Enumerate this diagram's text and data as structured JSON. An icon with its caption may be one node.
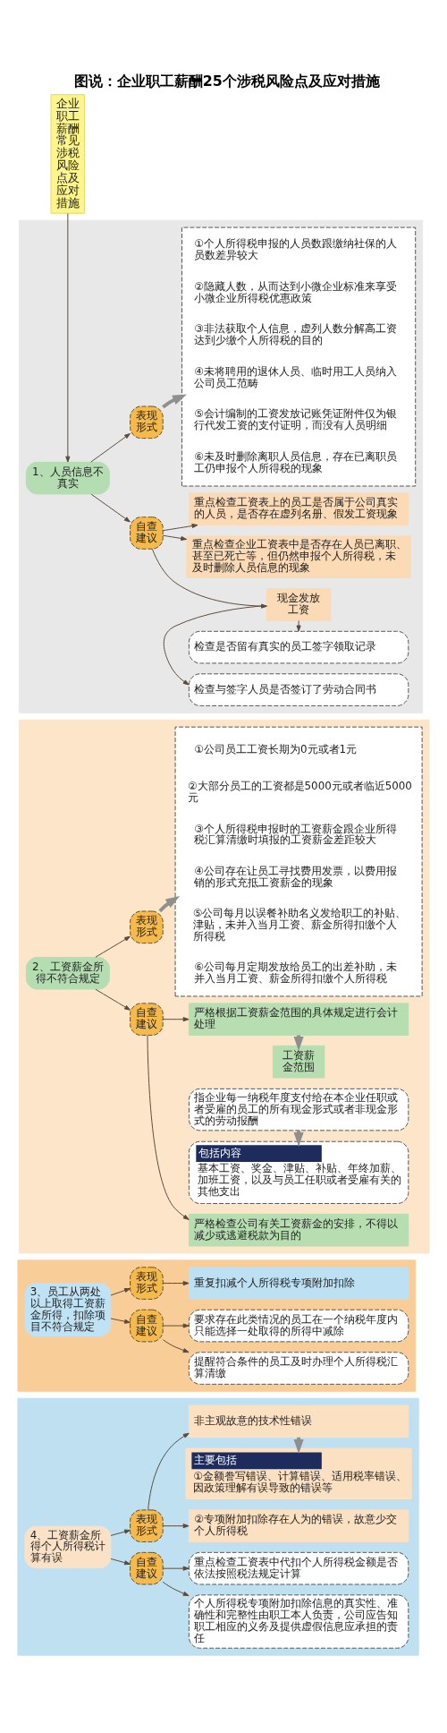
{
  "diagram": {
    "title": "图说：企业职工薪酬25个涉税风险点及应对措施",
    "nodes": [
      {
        "text": [
          "企业职工薪酬常见涉税风险点及应对措施"
        ]
      },
      {
        "text": [],
        "shape": "box"
      },
      {
        "text": [
          "1、人员信息不真实"
        ],
        "in": 1
      },
      {
        "text": [
          "表现形式"
        ],
        "in": 1
      },
      {
        "text": [],
        "shape": "box",
        "in": 1
      },
      {
        "text": [
          "①个人所得税申报的人员数跟缴纳社保的人员数差异较大"
        ],
        "in": 4
      },
      {
        "text": [
          "②隐藏人数，从而达到小微企业标准来享受小微企业所得税优惠政策"
        ],
        "in": 4
      },
      {
        "text": [
          "③非法获取个人信息，虚列人数分解高工资达到少缴个人所得税的目的"
        ],
        "in": 4
      },
      {
        "text": [
          "④未将聘用的退休人员、临时用工人员纳入公司员工范畴"
        ],
        "in": 4
      },
      {
        "text": [
          "⑤会计编制的工资发放记账凭证附件仅为银行代发工资的支付证明，而没有人员明细"
        ],
        "in": 4
      },
      {
        "text": [
          "⑥未及时删除离职人员信息，存在已离职员工仍申报个人所得税的现象"
        ],
        "in": 4
      },
      {
        "text": [
          "自查建议"
        ],
        "in": 1
      },
      {
        "text": [
          "重点检查工资表上的员工是否属于公司真实的人员，是否存在虚列名册、假发工资现象"
        ],
        "in": 1
      },
      {
        "text": [
          "重点检查企业工资表中是否存在人员已离职、甚至已死亡等，但仍然申报个人所得税，未及时删除人员信息的现象"
        ],
        "in": 1
      },
      {
        "text": [
          "现金发放工资"
        ],
        "in": 1
      },
      {
        "text": [
          "检查是否留有真实的员工签字领取记录"
        ],
        "in": 1
      },
      {
        "text": [
          "检查与签字人员是否签订了劳动合同书"
        ],
        "in": 1
      },
      {
        "text": [],
        "shape": "box"
      },
      {
        "text": [
          "2、工资薪金所得不符合规定"
        ],
        "in": 17
      },
      {
        "text": [
          "表现形式"
        ],
        "in": 17
      },
      {
        "text": [],
        "shape": "box",
        "in": 17
      },
      {
        "text": [
          "①公司员工工资长期为0元或者1元"
        ],
        "in": 20
      },
      {
        "text": [
          "②大部分员工的工资都是5000元或者临近5000元"
        ],
        "in": 20
      },
      {
        "text": [
          "③个人所得税申报时的工资薪金跟企业所得税汇算清缴时填报的工资薪金差距较大"
        ],
        "in": 20
      },
      {
        "text": [
          "④公司存在让员工寻找费用发票，以费用报销的形式充抵工资薪金的现象"
        ],
        "in": 20
      },
      {
        "text": [
          "⑤公司每月以误餐补助名义发给职工的补贴、津贴，未并入当月工资、薪金所得扣缴个人所得税"
        ],
        "in": 20
      },
      {
        "text": [
          "⑥公司每月定期发放给员工的出差补助，未并入当月工资、薪金所得扣缴个人所得税"
        ],
        "in": 20
      },
      {
        "text": [
          "自查建议"
        ],
        "in": 17
      },
      {
        "text": [
          "严格根据工资薪金范围的具体规定进行会计处理"
        ],
        "in": 17
      },
      {
        "text": [
          "工资薪金范围"
        ],
        "in": 17
      },
      {
        "text": [
          "指企业每一纳税年度支付给在本企业任职或者受雇的员工的所有现金形式或者非现金形式的劳动报酬"
        ],
        "in": 17
      },
      {
        "text": [
          "包括内容",
          "基本工资、奖金、津贴、补贴、年终加薪、加班工资，以及与员工任职或者受雇有关的其他支出"
        ],
        "in": 17
      },
      {
        "text": [
          "严格检查公司有关工资薪金的安排，不得以减少或逃避税款为目的"
        ],
        "in": 17
      },
      {
        "text": [],
        "shape": "box"
      },
      {
        "text": [
          "3、员工从两处以上取得工资薪金所得，扣除项目不符合规定"
        ],
        "in": 33
      },
      {
        "text": [
          "表现形式"
        ],
        "in": 33
      },
      {
        "text": [
          "重复扣减个人所得税专项附加扣除"
        ],
        "in": 33
      },
      {
        "text": [
          "自查建议"
        ],
        "in": 33
      },
      {
        "text": [
          "要求存在此类情况的员工在一个纳税年度内只能选择一处取得的所得中减除"
        ],
        "in": 33
      },
      {
        "text": [
          "提醒符合条件的员工及时办理个人所得税汇算清缴"
        ],
        "in": 33
      },
      {
        "text": [],
        "shape": "box"
      },
      {
        "text": [
          "4、工资薪金所得个人所得税计算有误"
        ],
        "in": 40
      },
      {
        "text": [
          "表现形式"
        ],
        "in": 40
      },
      {
        "text": [
          "非主观故意的技术性错误"
        ],
        "in": 40
      },
      {
        "text": [
          "主要包括",
          "①金额誊写错误、计算错误、适用税率错误、因政策理解有误导致的错误等"
        ],
        "in": 40
      },
      {
        "text": [
          "②专项附加扣除存在人为的错误，故意少交个人所得税"
        ],
        "in": 40
      },
      {
        "text": [
          "自查建议"
        ],
        "in": 40
      },
      {
        "text": [
          "重点检查工资表中代扣个人所得税金额是否依法按照税法规定计算"
        ],
        "in": 40
      },
      {
        "text": [
          "个人所得税专项附加扣除信息的真实性、准确性和完整性由职工本人负责，公司应告知职工相应的义务及提供虚假信息应承担的责任"
        ],
        "in": 40
      }
    ],
    "edges": [
      {
        "from": 0,
        "to": 2,
        "arrow": "to"
      },
      {
        "from": 2,
        "to": 3,
        "arrow": "to"
      },
      {
        "from": 2,
        "to": 11,
        "arrow": "to"
      },
      {
        "from": 3,
        "to": 4,
        "arrow": "to",
        "style": "thick"
      },
      {
        "from": 11,
        "to": 12,
        "arrow": "to"
      },
      {
        "from": 11,
        "to": 13,
        "arrow": "to"
      },
      {
        "from": 11,
        "to": 14,
        "arrow": "to"
      },
      {
        "from": 14,
        "to": 15,
        "arrow": "to"
      },
      {
        "from": 14,
        "to": 16,
        "arrow": "to"
      },
      {
        "from": 18,
        "to": 19,
        "arrow": "to"
      },
      {
        "from": 18,
        "to": 27,
        "arrow": "to"
      },
      {
        "from": 19,
        "to": 20,
        "arrow": "to",
        "style": "thick"
      },
      {
        "from": 27,
        "to": 28,
        "arrow": "to"
      },
      {
        "from": 28,
        "to": 29,
        "arrow": "to",
        "style": "thick"
      },
      {
        "from": 30,
        "to": 31,
        "arrow": "to",
        "style": "thick"
      },
      {
        "from": 27,
        "to": 32,
        "arrow": "to"
      },
      {
        "from": 34,
        "to": 35,
        "arrow": "to"
      },
      {
        "from": 34,
        "to": 37,
        "arrow": "to"
      },
      {
        "from": 35,
        "to": 36,
        "arrow": "to"
      },
      {
        "from": 37,
        "to": 38,
        "arrow": "to"
      },
      {
        "from": 37,
        "to": 39,
        "arrow": "to"
      },
      {
        "from": 41,
        "to": 42,
        "arrow": "to"
      },
      {
        "from": 41,
        "to": 46,
        "arrow": "to"
      },
      {
        "from": 42,
        "to": 43,
        "arrow": "to"
      },
      {
        "from": 42,
        "to": 45,
        "arrow": "to"
      },
      {
        "from": 43,
        "to": 44,
        "arrow": "to",
        "style": "thick"
      },
      {
        "from": 46,
        "to": 47,
        "arrow": "to"
      },
      {
        "from": 46,
        "to": 48,
        "arrow": "to"
      }
    ]
  }
}
